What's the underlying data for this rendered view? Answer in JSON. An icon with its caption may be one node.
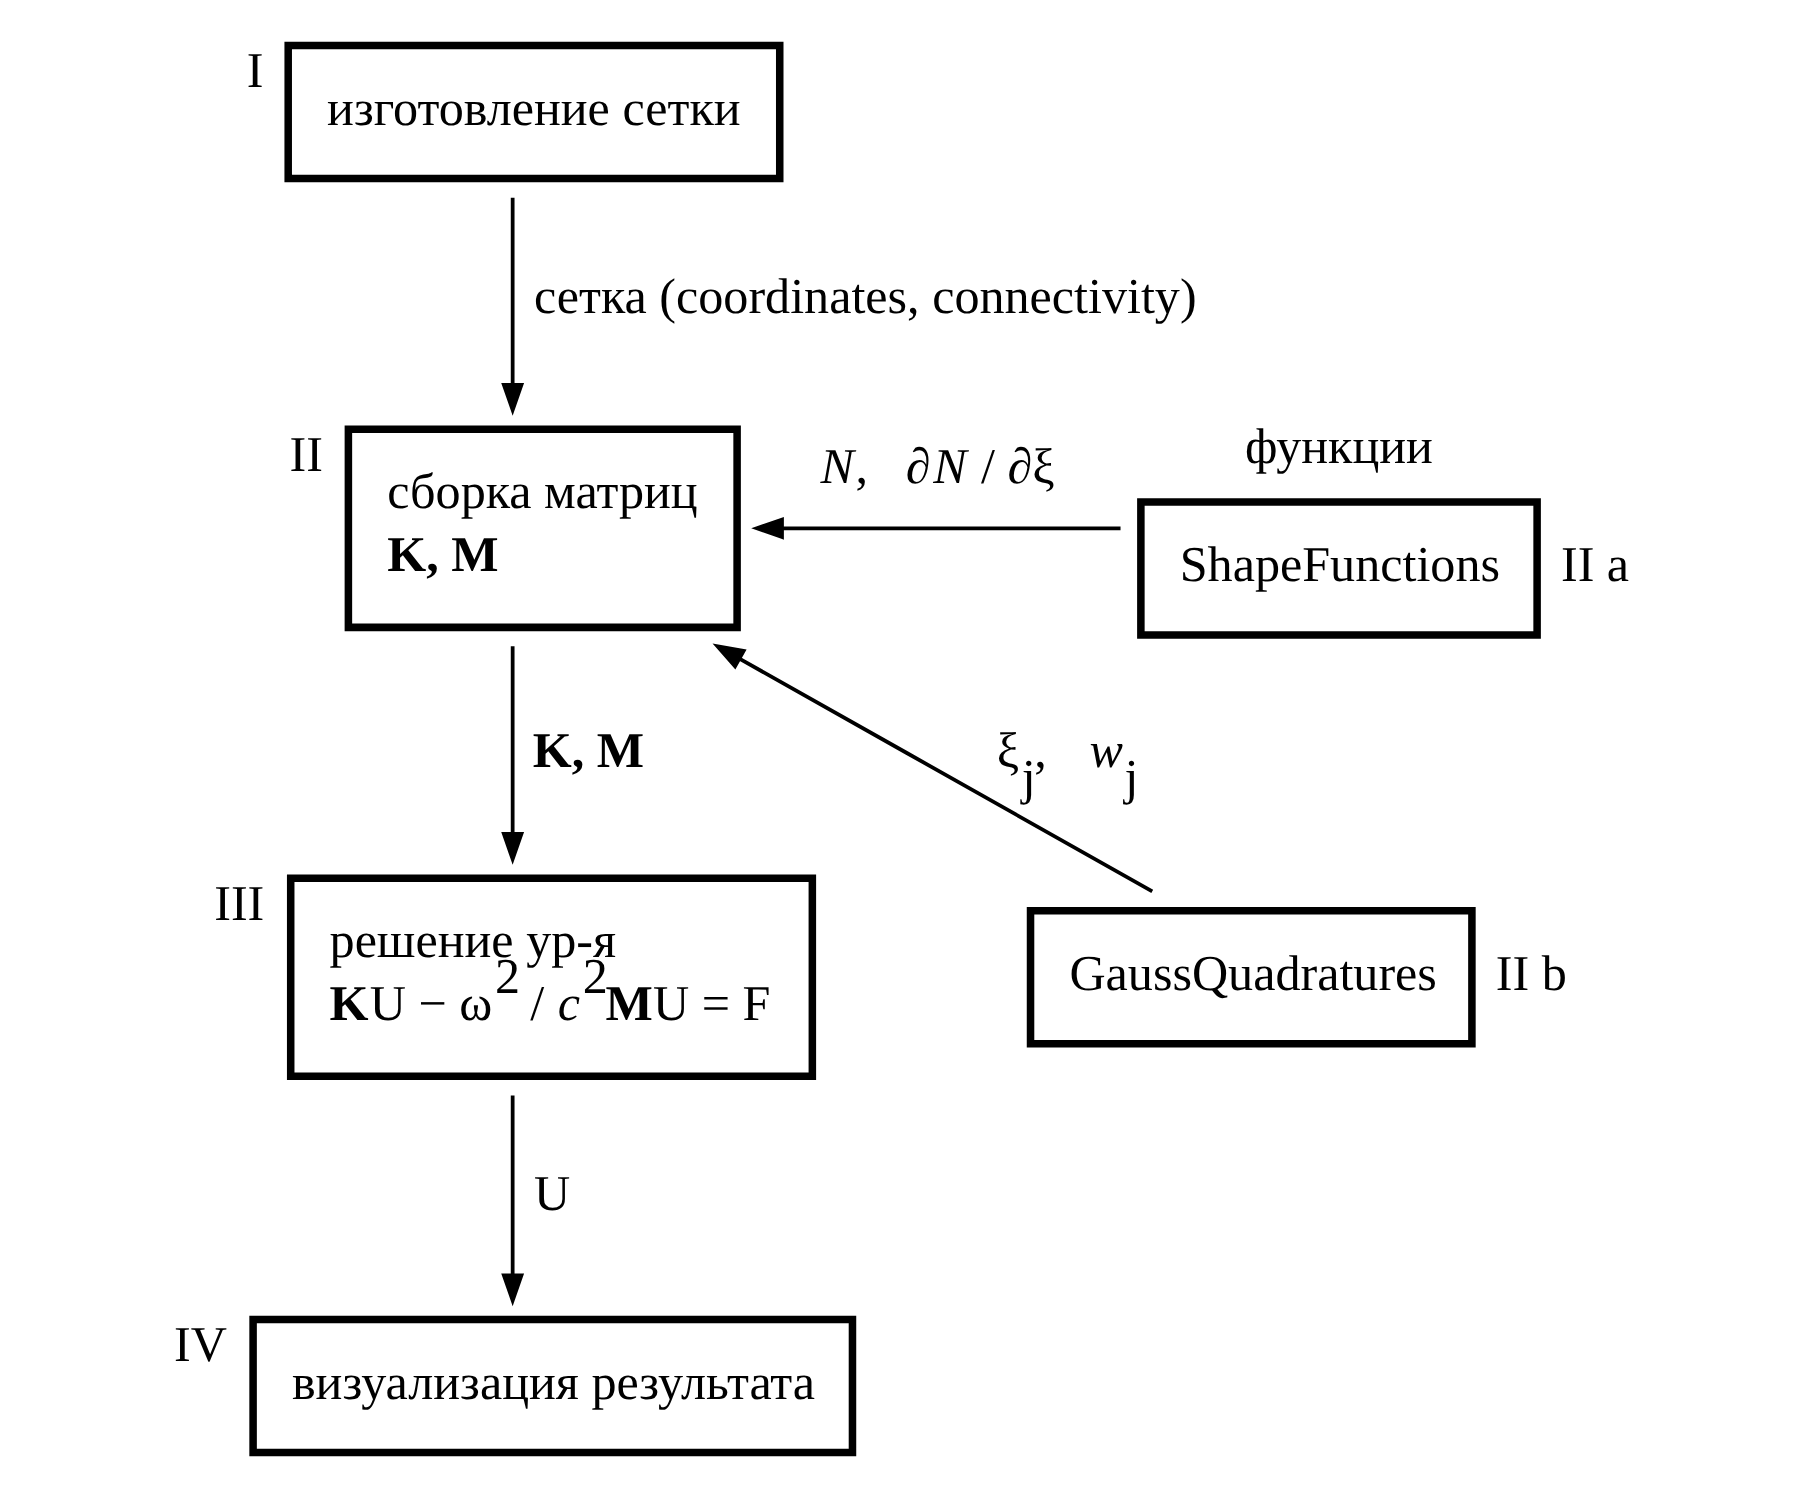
{
  "diagram": {
    "nodes": [
      {
        "text": [
          "изготовление сетки"
        ],
        "beside": [
          "I"
        ]
      },
      {
        "text": [
          "сборка матриц",
          "**K, M**"
        ],
        "beside": [
          "II"
        ]
      },
      {
        "text": [
          "решение ур-я",
          "**K**U − ω$^{2}$ / *c*$^{2}$**M**U = F"
        ],
        "beside": [
          "III"
        ]
      },
      {
        "text": [
          "визуализация результата"
        ],
        "beside": [
          "IV"
        ]
      },
      {
        "text": [
          "ShapeFunctions"
        ],
        "beside": [
          "функции",
          "II a"
        ]
      },
      {
        "text": [
          "GaussQuadratures"
        ],
        "beside": [
          "II b"
        ]
      }
    ],
    "edges": [
      {
        "from": 0,
        "to": 1,
        "arrow": "to",
        "label": "сетка (coordinates, connectivity)"
      },
      {
        "from": 4,
        "to": 1,
        "arrow": "to",
        "label": "*N*,   ∂*N* / ∂ξ"
      },
      {
        "from": 5,
        "to": 1,
        "arrow": "to",
        "label": "ξ$_{j}$,   *w*$_{j}$"
      },
      {
        "from": 1,
        "to": 2,
        "arrow": "to",
        "label": "**K, M**"
      },
      {
        "from": 2,
        "to": 3,
        "arrow": "to",
        "label": "U"
      }
    ]
  }
}
